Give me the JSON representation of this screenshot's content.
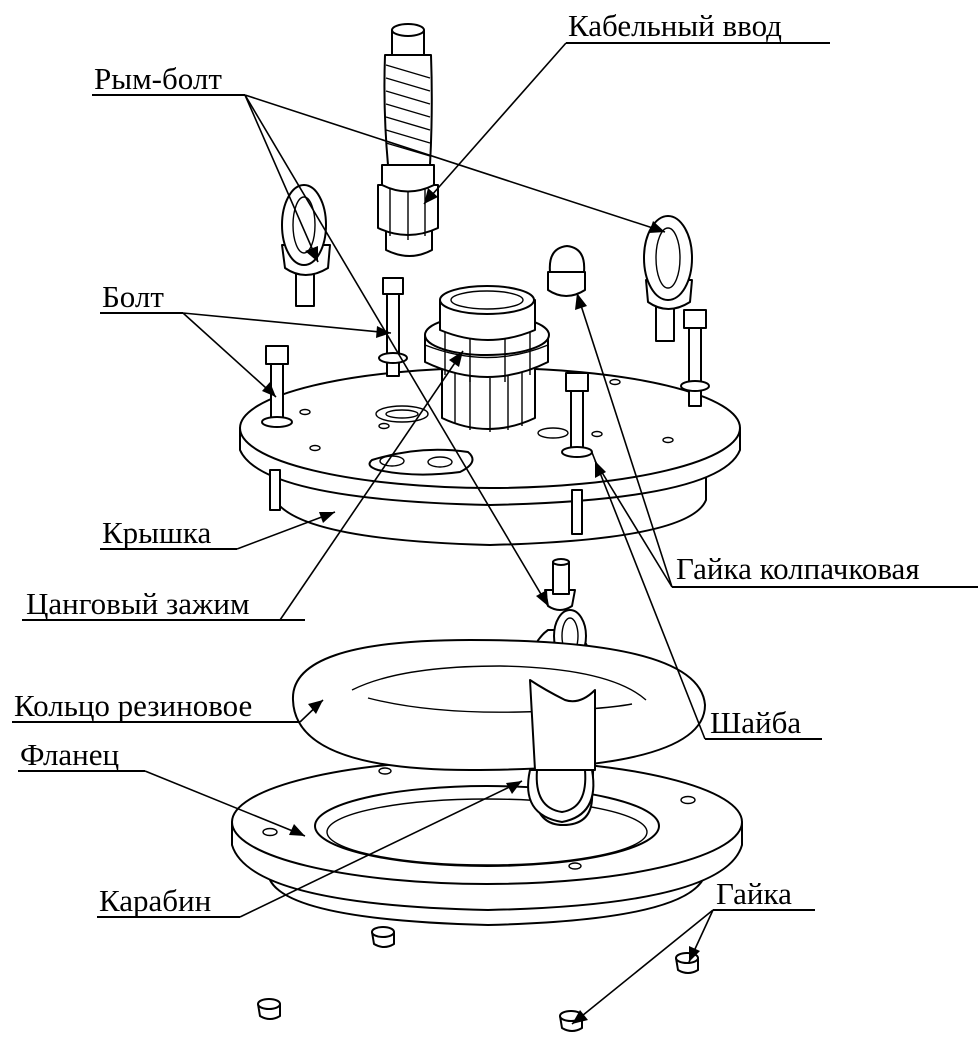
{
  "labels": {
    "cable_gland": "Кабельный ввод",
    "eye_bolt": "Рым-болт",
    "bolt": "Болт",
    "cover": "Крышка",
    "cap_nut": "Гайка колпачковая",
    "collet_clamp": "Цанговый зажим",
    "rubber_ring": "Кольцо резиновое",
    "washer": "Шайба",
    "flange": "Фланец",
    "carabiner": "Карабин",
    "nut": "Гайка"
  }
}
